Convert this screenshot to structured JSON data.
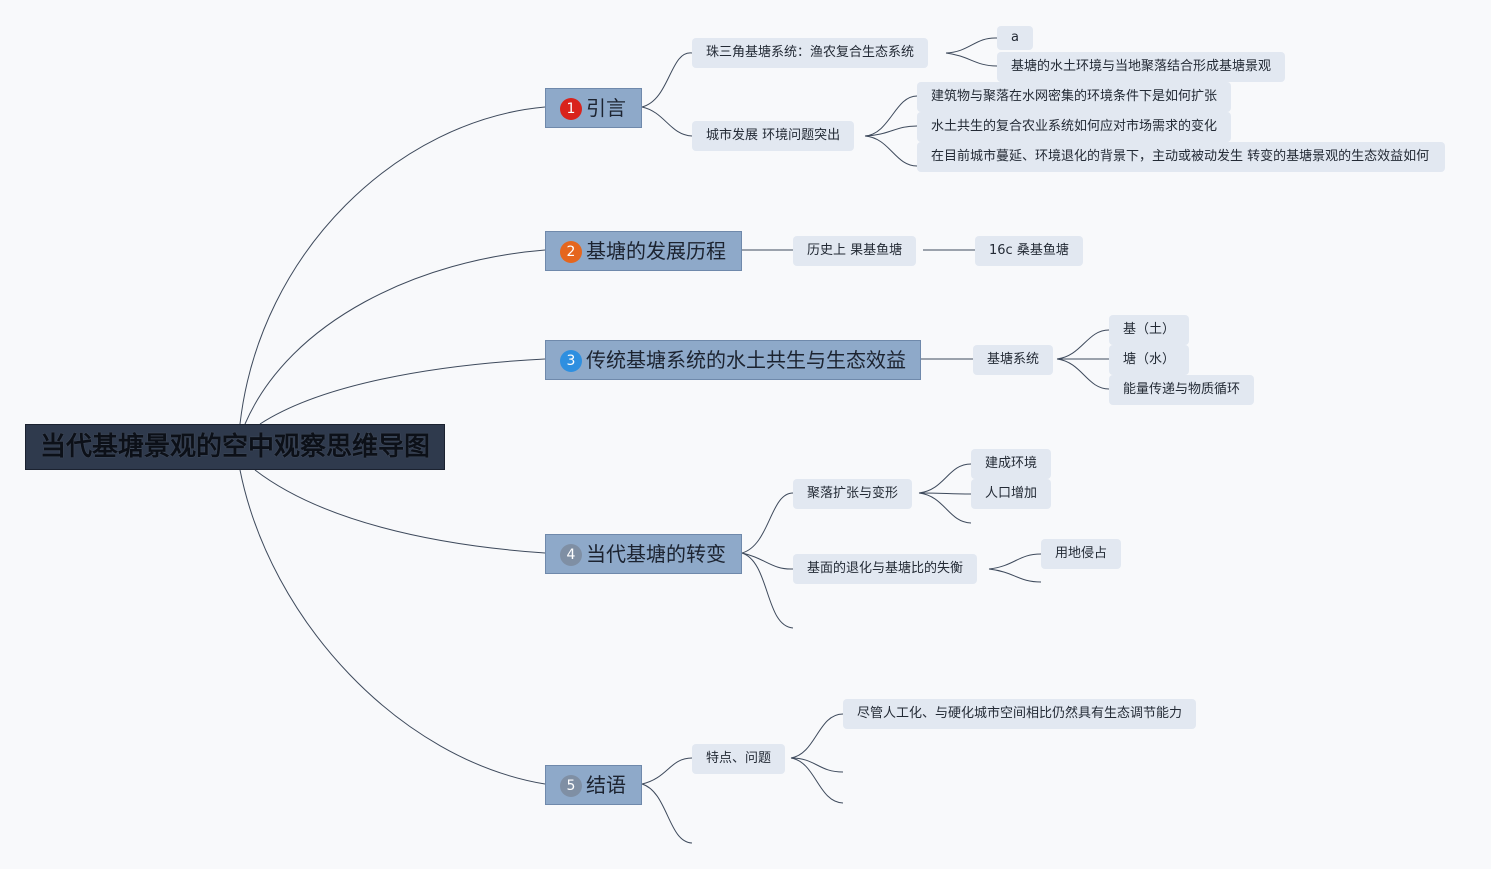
{
  "root": {
    "title": "当代基塘景观的空中观察思维导图"
  },
  "branches": [
    {
      "num": "1",
      "color": "#d9231c",
      "label": "引言"
    },
    {
      "num": "2",
      "color": "#e5661e",
      "label": "基塘的发展历程"
    },
    {
      "num": "3",
      "color": "#2e8fe0",
      "label": "传统基塘系统的水土共生与生态效益"
    },
    {
      "num": "4",
      "color": "#7f8fa4",
      "label": "当代基塘的转变"
    },
    {
      "num": "5",
      "color": "#7f8fa4",
      "label": "结语"
    }
  ],
  "topics": {
    "b1_t1": "珠三角基塘系统：渔农复合生态系统",
    "b1_t1_s1": "a",
    "b1_t1_s2": "基塘的水土环境与当地聚落结合形成基塘景观",
    "b1_t2": "城市发展 环境问题突出",
    "b1_t2_s1": "建筑物与聚落在水网密集的环境条件下是如何扩张",
    "b1_t2_s2": "水土共生的复合农业系统如何应对市场需求的变化",
    "b1_t2_s3": "在目前城市蔓延、环境退化的背景下，主动或被动发生 转变的基塘景观的生态效益如何",
    "b2_t1": "历史上 果基鱼塘",
    "b2_t1_s1": "16c 桑基鱼塘",
    "b3_t1": "基塘系统",
    "b3_t1_s1": "基（土）",
    "b3_t1_s2": "塘（水）",
    "b3_t1_s3": "能量传递与物质循环",
    "b4_t1": "聚落扩张与变形",
    "b4_t1_s1": "建成环境",
    "b4_t1_s2": "人口增加",
    "b4_t2": "基面的退化与基塘比的失衡",
    "b4_t2_s1": "用地侵占",
    "b5_t1": "特点、问题",
    "b5_t1_s1": "尽管人工化、与硬化城市空间相比仍然具有生态调节能力"
  }
}
